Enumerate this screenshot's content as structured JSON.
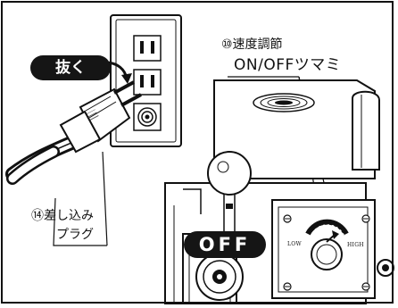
{
  "labels": {
    "unplug": "抜く",
    "off": "OFF",
    "speed_title": "⑩速度調節",
    "speed_switch": "ON/OFFツマミ",
    "plug_line1": "⑭差し込み",
    "plug_line2": "プラグ",
    "low": "LOW",
    "high": "HIGH"
  }
}
